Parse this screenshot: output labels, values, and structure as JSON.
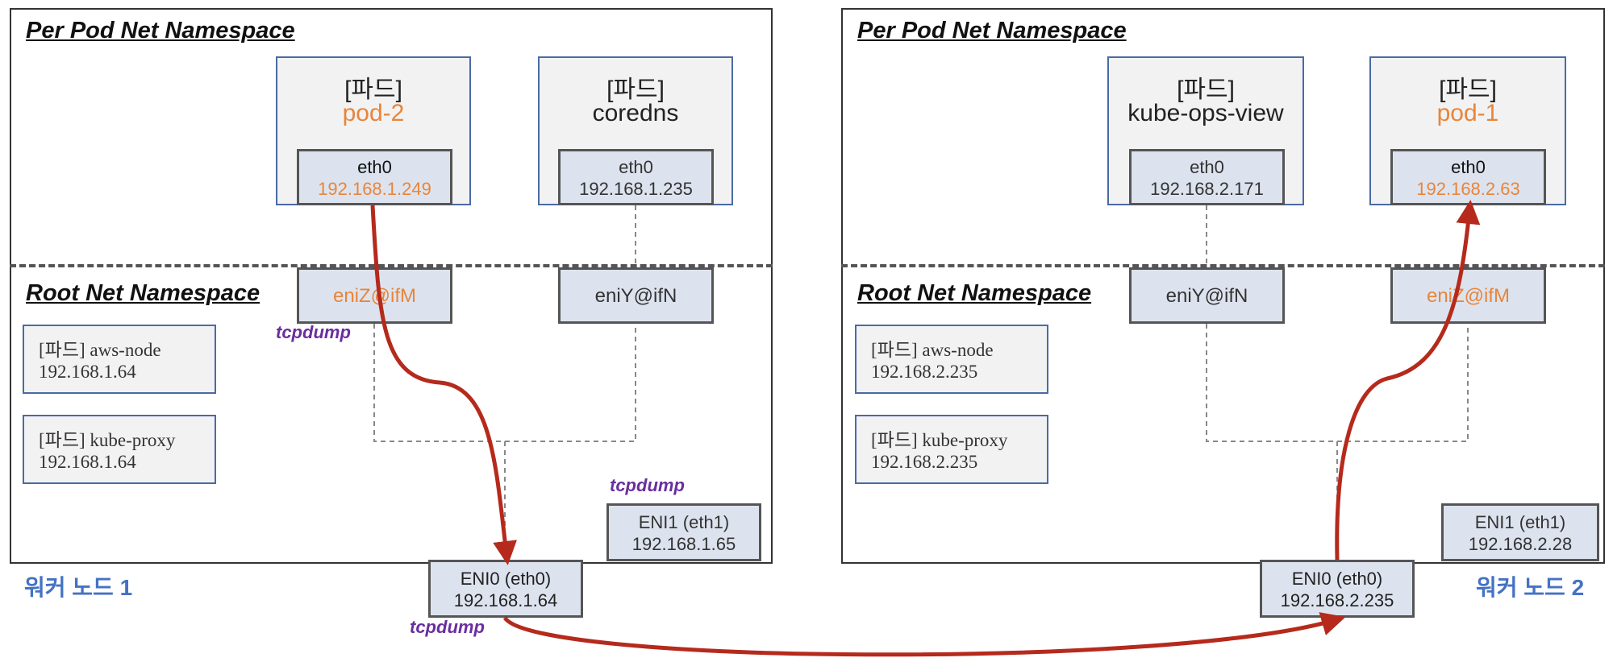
{
  "node1": {
    "label": "워커 노드 1",
    "pod_ns_label": "Per Pod  Net Namespace",
    "root_ns_label": "Root Net Namespace",
    "pods": [
      {
        "title": "[파드]",
        "name": "pod-2",
        "eth_label": "eth0",
        "eth_ip": "192.168.1.249",
        "highlight": true
      },
      {
        "title": "[파드]",
        "name": "coredns",
        "eth_label": "eth0",
        "eth_ip": "192.168.1.235",
        "highlight": false
      }
    ],
    "veths": [
      {
        "label": "eniZ@ifM",
        "highlight": true
      },
      {
        "label": "eniY@ifN",
        "highlight": false
      }
    ],
    "host_pods": [
      {
        "line1": "[파드] aws-node",
        "line2": "192.168.1.64"
      },
      {
        "line1": "[파드] kube-proxy",
        "line2": "192.168.1.64"
      }
    ],
    "eni1": {
      "line1": "ENI1 (eth1)",
      "line2": "192.168.1.65"
    },
    "eni0": {
      "line1": "ENI0 (eth0)",
      "line2": "192.168.1.64"
    },
    "tcpdump": [
      "tcpdump",
      "tcpdump",
      "tcpdump"
    ]
  },
  "node2": {
    "label": "워커 노드 2",
    "pod_ns_label": "Per Pod  Net Namespace",
    "root_ns_label": "Root Net Namespace",
    "pods": [
      {
        "title": "[파드]",
        "name": "kube-ops-view",
        "eth_label": "eth0",
        "eth_ip": "192.168.2.171",
        "highlight": false
      },
      {
        "title": "[파드]",
        "name": "pod-1",
        "eth_label": "eth0",
        "eth_ip": "192.168.2.63",
        "highlight": true
      }
    ],
    "veths": [
      {
        "label": "eniY@ifN",
        "highlight": false
      },
      {
        "label": "eniZ@ifM",
        "highlight": true
      }
    ],
    "host_pods": [
      {
        "line1": "[파드] aws-node",
        "line2": "192.168.2.235"
      },
      {
        "line1": "[파드] kube-proxy",
        "line2": "192.168.2.235"
      }
    ],
    "eni1": {
      "line1": "ENI1 (eth1)",
      "line2": "192.168.2.28"
    },
    "eni0": {
      "line1": "ENI0 (eth0)",
      "line2": "192.168.2.235"
    }
  },
  "colors": {
    "highlight": "#e8853a",
    "arrow": "#b52a1c",
    "tcpdump": "#6a2e9f",
    "worker_label": "#4472c4"
  }
}
